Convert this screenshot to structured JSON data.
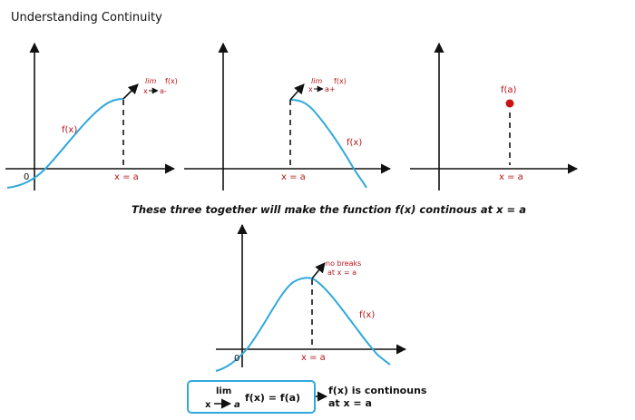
{
  "title": "Understanding Continuity",
  "caption": "These three together will make the function f(x) continous at x = a",
  "graph1": {
    "origin": "0",
    "fx": "f(x)",
    "xa": "x = a",
    "lim": "lim",
    "limfx": "f(x)",
    "approach": "x",
    "approach_to": "a-"
  },
  "graph2": {
    "fx": "f(x)",
    "xa": "x = a",
    "lim": "lim",
    "limfx": "f(x)",
    "approach": "x",
    "approach_to": "a+"
  },
  "graph3": {
    "fa": "f(a)",
    "xa": "x = a"
  },
  "graph4": {
    "origin": "0",
    "fx": "f(x)",
    "xa": "x = a",
    "note_line1": "no breaks",
    "note_line2": "at x = a"
  },
  "box": {
    "lim": "lim",
    "approach": "x",
    "approach_to": "a",
    "equation": "f(x) = f(a)"
  },
  "conclusion": {
    "line1": "f(x) is continouns",
    "line2": "at x = a"
  }
}
